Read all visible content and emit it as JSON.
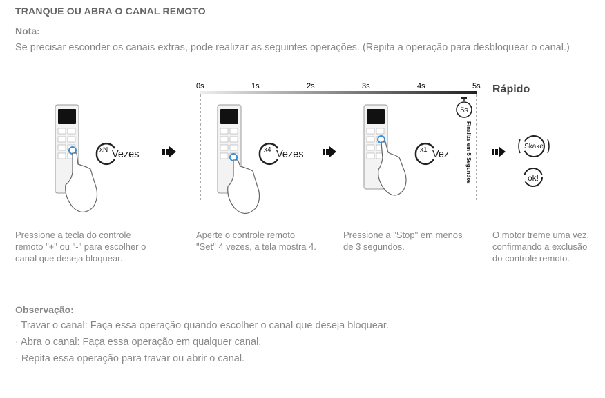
{
  "title": "TRANQUE OU ABRA O CANAL REMOTO",
  "nota": {
    "heading": "Nota:",
    "text": "Se precisar esconder os canais extras, pode realizar as seguintes operações.  (Repita a operação para desbloquear o canal.)"
  },
  "timeline": {
    "ticks": [
      "0s",
      "1s",
      "2s",
      "3s",
      "4s",
      "5s"
    ],
    "end_label": "Rápido",
    "timer_label": "5s",
    "vertical_note": "Finalize em 5 Segundos"
  },
  "steps": [
    {
      "mult": "xN",
      "word": "Vezes",
      "caption": "Pressione a tecla do controle remoto \"+\" ou \"-\" para escolher o canal que deseja bloquear."
    },
    {
      "mult": "x4",
      "word": "Vezes",
      "caption": "Aperte o controle remoto \"Set\" 4 vezes, a tela mostra 4."
    },
    {
      "mult": "x1",
      "word": "Vez",
      "caption": "Pressione a \"Stop\" em menos de 3 segundos."
    },
    {
      "caption": "O motor treme uma vez, confirmando a exclusão do controle remoto."
    }
  ],
  "result": {
    "shake_label": "Skake",
    "ok_label": "ok!"
  },
  "observacao": {
    "heading": "Observação:",
    "items": [
      "· Travar o canal: Faça essa operação quando escolher o canal que deseja bloquear.",
      "· Abra o canal: Faça essa operação em qualquer canal.",
      "· Repita essa operação para travar ou abrir o canal."
    ]
  }
}
